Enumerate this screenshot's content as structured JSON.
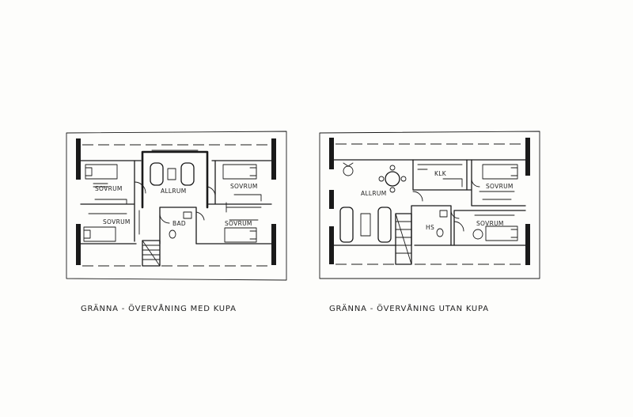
{
  "plans": [
    {
      "caption": "GRÄNNA - ÖVERVÅNING MED KUPA",
      "rooms": {
        "sovrum_top_left": "SOVRUM",
        "sovrum_bottom_left": "SOVRUM",
        "allrum": "ALLRUM",
        "sovrum_top_right": "SOVRUM",
        "sovrum_bottom_right": "SOVRUM",
        "bad": "BAD"
      }
    },
    {
      "caption": "GRÄNNA - ÖVERVÅNING UTAN KUPA",
      "rooms": {
        "allrum": "ALLRUM",
        "klk": "KLK",
        "sovrum_top": "SOVRUM",
        "hs": "HS",
        "sovrum_bottom": "SOVRUM"
      }
    }
  ]
}
